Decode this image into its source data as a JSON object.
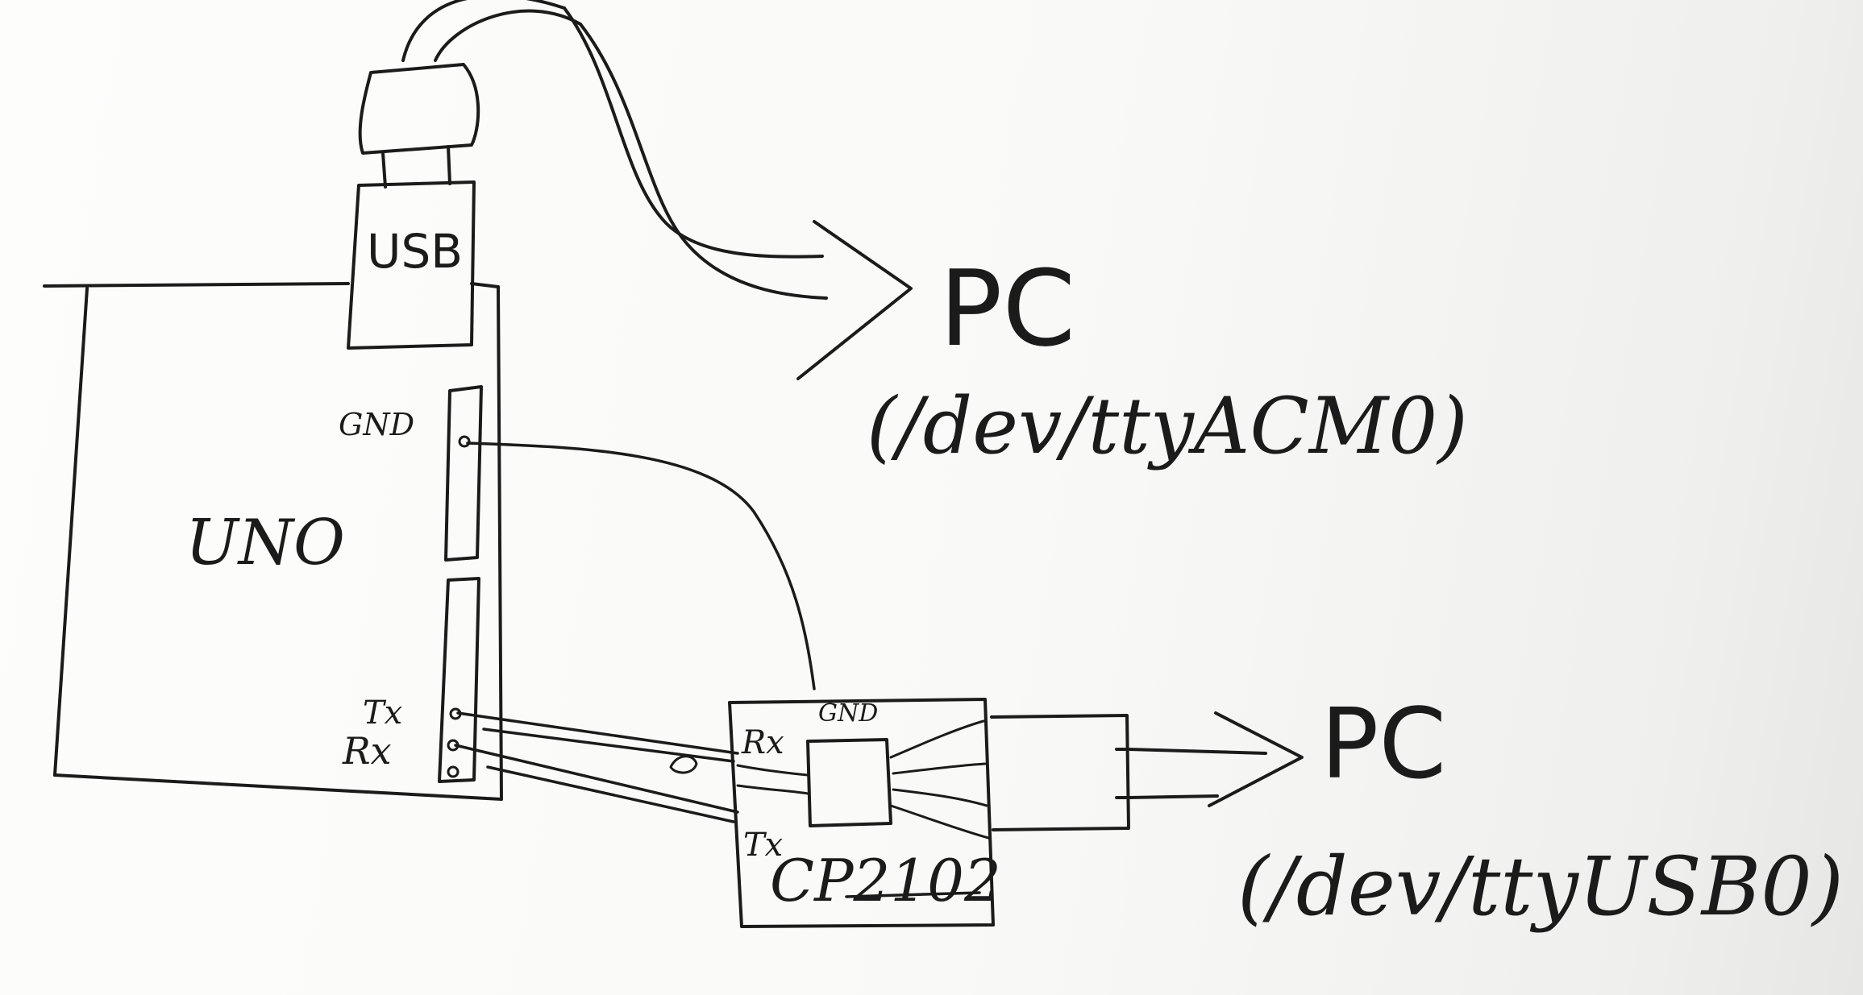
{
  "diagram": {
    "labels": {
      "usb": "USB",
      "board": "UNO",
      "gnd_uno": "GND",
      "tx_uno": "Tx",
      "rx_uno": "Rx",
      "gnd_adapter": "GND",
      "rx_adapter": "Rx",
      "tx_adapter": "Tx",
      "adapter": "CP2102",
      "pc_top": "PC",
      "pc_top_device": "(/dev/ttyACM0)",
      "pc_bottom": "PC",
      "pc_bottom_device": "(/dev/ttyUSB0)"
    },
    "colors": {
      "ink": "#1b1b1b",
      "paper": "#fbfbfa"
    }
  }
}
